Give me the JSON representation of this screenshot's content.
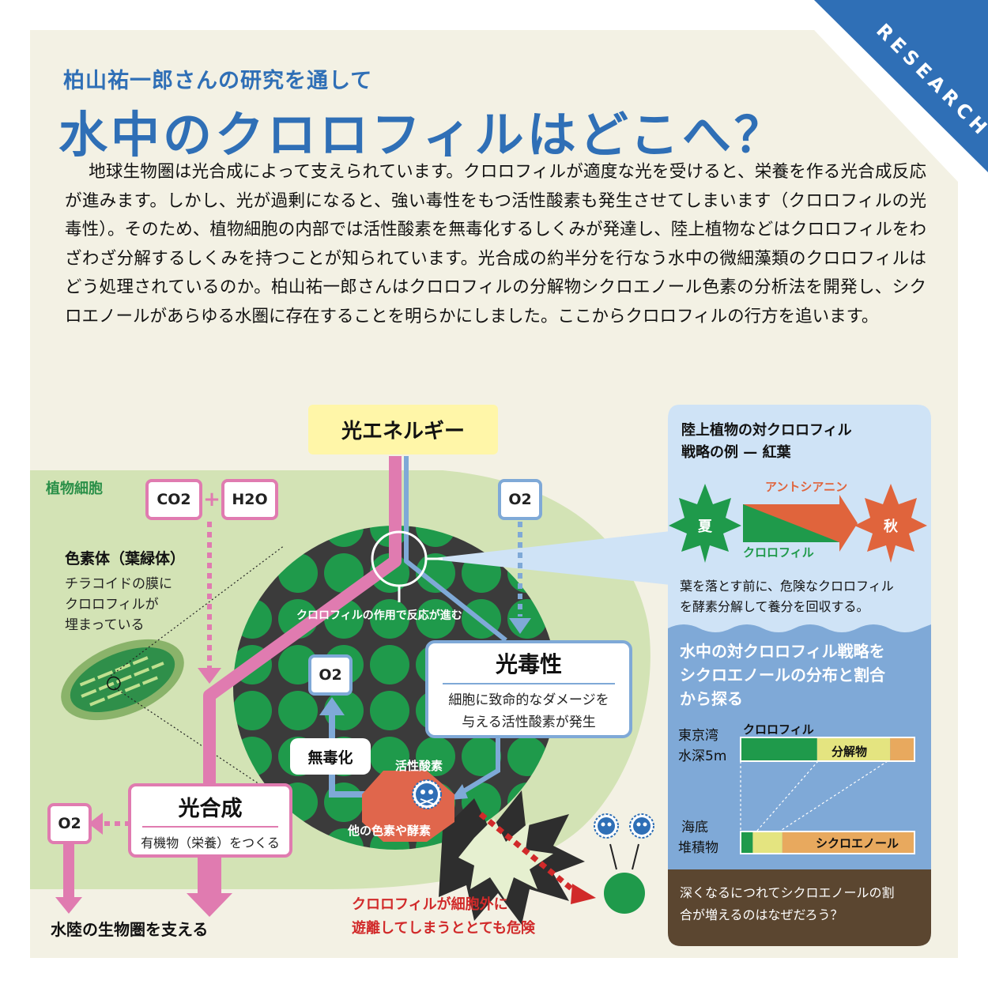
{
  "badge": "RESEARCH",
  "subtitle": "柏山祐一郎さんの研究を通して",
  "title": "水中のクロロフィルはどこへ？",
  "intro": "地球生物圏は光合成によって支えられています。クロロフィルが適度な光を受けると、栄養を作る光合成反応が進みます。しかし、光が過剰になると、強い毒性をもつ活性酸素も発生させてしまいます（クロロフィルの光毒性）。そのため、植物細胞の内部では活性酸素を無毒化するしくみが発達し、陸上植物などはクロロフィルをわざわざ分解するしくみを持つことが知られています。光合成の約半分を行なう水中の微細藻類のクロロフィルはどう処理されているのか。柏山祐一郎さんはクロロフィルの分解物シクロエノール色素の分析法を開発し、シクロエノールがあらゆる水圏に存在することを明らかにしました。ここからクロロフィルの行方を追います。",
  "diagram": {
    "light_energy": "光エネルギー",
    "plant_cell": "植物細胞",
    "co2": "CO2",
    "h2o": "H2O",
    "plus": "+",
    "o2": "O2",
    "chromatophore_title": "色素体（葉緑体）",
    "chromatophore_desc": [
      "チラコイドの膜に",
      "クロロフィルが",
      "埋まっている"
    ],
    "reaction_label": "クロロフィルの作用で反応が進む",
    "phototoxicity_title": "光毒性",
    "phototoxicity_desc": [
      "細胞に致命的なダメージを",
      "与える活性酸素が発生"
    ],
    "detox": "無毒化",
    "ros": "活性酸素",
    "pigments_enzymes": "他の色素や酵素",
    "photosynthesis_title": "光合成",
    "photosynthesis_desc": "有機物（栄養）をつくる",
    "support": "水陸の生物圏を支える",
    "danger": [
      "クロロフィルが細胞外に",
      "遊離してしまうととても危険"
    ]
  },
  "panel": {
    "land_title": [
      "陸上植物の対クロロフィル",
      "戦略の例 — 紅葉"
    ],
    "summer": "夏",
    "autumn": "秋",
    "anthocyanin": "アントシアニン",
    "chlorophyll": "クロロフィル",
    "land_desc": [
      "葉を落とす前に、危険なクロロフィル",
      "を酵素分解して養分を回収する。"
    ],
    "water_title": [
      "水中の対クロロフィル戦略を",
      "シクロエノールの分布と割合",
      "から探る"
    ],
    "tokyo_bay": [
      "東京湾",
      "水深5m"
    ],
    "chlorophyll_label": "クロロフィル",
    "degradation": "分解物",
    "seabed": [
      "海底",
      "堆積物"
    ],
    "cycloenol": "シクロエノール",
    "question": [
      "深くなるにつれてシクロエノールの割",
      "合が増えるのはなぜだろう？"
    ]
  },
  "bar_data": {
    "tokyo_bay_5m": {
      "chlorophyll": 0.44,
      "degradation": 0.42,
      "cycloenol": 0.14
    },
    "seabed_sediment": {
      "chlorophyll": 0.07,
      "degradation": 0.17,
      "cycloenol": 0.76
    }
  },
  "colors": {
    "blue": "#2f6fb6",
    "pink": "#e07bb0",
    "green": "#1f9a4b",
    "dark_green": "#1e7a3b",
    "red": "#d12a2a",
    "orange": "#e0643c",
    "pale_yellow": "#fff6a8",
    "light_blue": "#cfe3f6",
    "mid_blue": "#7fa9d7"
  }
}
